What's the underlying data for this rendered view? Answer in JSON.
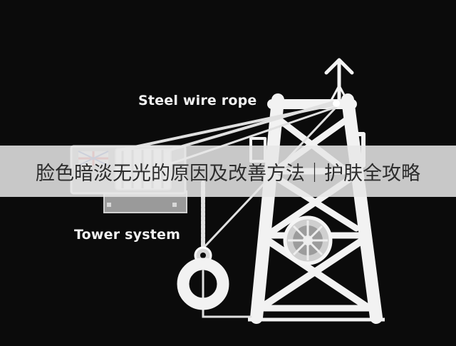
{
  "labels": {
    "steel_wire_rope": "Steel wire rope",
    "tower_system": "Tower system"
  },
  "banner": {
    "text": "脸色暗淡无光的原因及改善方法｜护肤全攻略"
  },
  "colors": {
    "background": "#0b0b0b",
    "structure": "#f2f2f2",
    "banner_bg": "#e8e8e8",
    "banner_text": "#2d2d2d"
  }
}
